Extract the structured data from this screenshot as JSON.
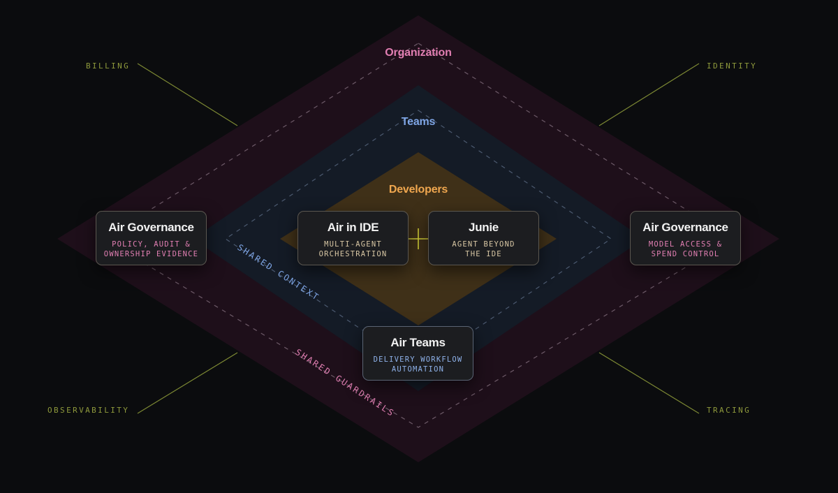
{
  "colors": {
    "organization": "#e27fb3",
    "teams": "#7fa6e6",
    "developers": "#f0a74f",
    "corner": "#8f9a3c",
    "governance_sub": "#e27fb3",
    "ide_sub": "#d8c7a4",
    "teams_sub": "#8fb2ea",
    "plus": "#d9d63a"
  },
  "layers": {
    "organization": "Organization",
    "teams": "Teams",
    "developers": "Developers"
  },
  "corners": {
    "billing": "BILLING",
    "identity": "IDENTITY",
    "observability": "OBSERVABILITY",
    "tracing": "TRACING"
  },
  "shared": {
    "context": "SHARED CONTEXT",
    "guardrails": "SHARED GUARDRAILS"
  },
  "cards": {
    "governance_left": {
      "title": "Air Governance",
      "sub": "POLICY, AUDIT &\nOWNERSHIP EVIDENCE"
    },
    "air_in_ide": {
      "title": "Air in IDE",
      "sub": "MULTI-AGENT\nORCHESTRATION"
    },
    "junie": {
      "title": "Junie",
      "sub": "AGENT BEYOND\nTHE IDE"
    },
    "governance_right": {
      "title": "Air Governance",
      "sub": "MODEL ACCESS &\nSPEND CONTROL"
    },
    "air_teams": {
      "title": "Air Teams",
      "sub": "DELIVERY WORKFLOW\nAUTOMATION"
    }
  }
}
